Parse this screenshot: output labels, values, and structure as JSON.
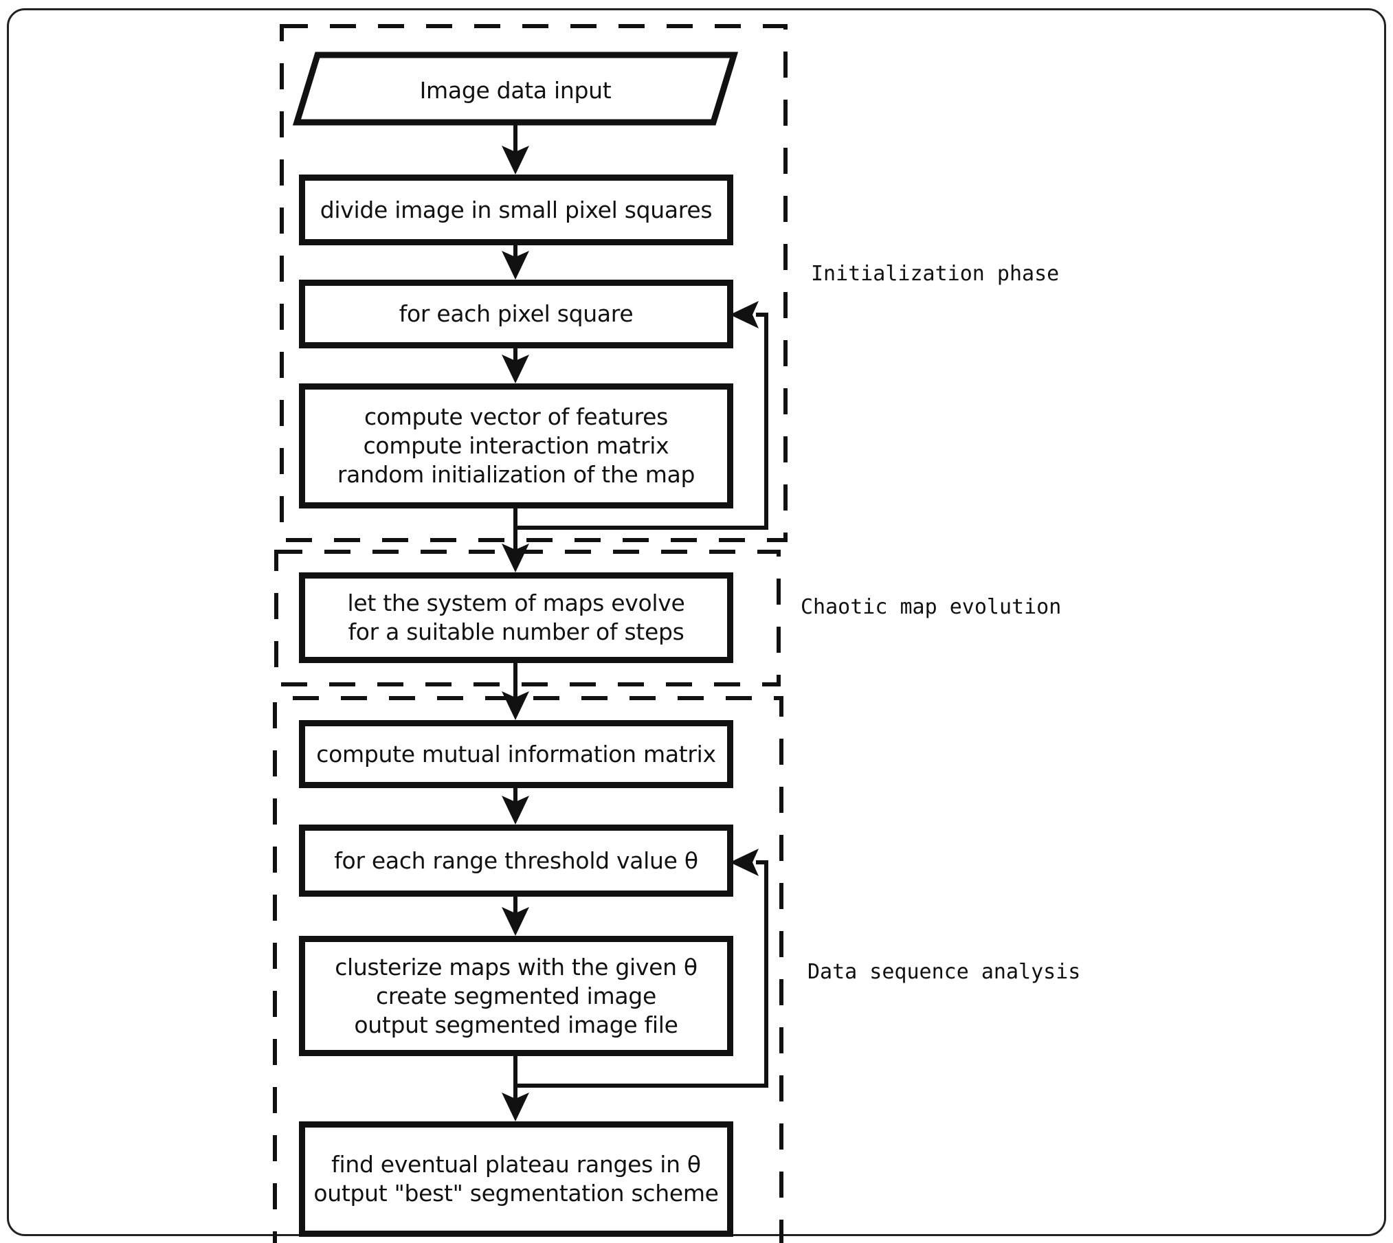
{
  "figure": {
    "nodes": {
      "input": {
        "label": "Image data input"
      },
      "divide": {
        "label": "divide image in small pixel squares"
      },
      "foreach_square": {
        "label": "for each pixel square"
      },
      "features": {
        "lines": [
          "compute vector of features",
          "compute interaction matrix",
          "random initialization of the map"
        ]
      },
      "evolve": {
        "lines": [
          "let the system of maps evolve",
          "for a suitable number of steps"
        ]
      },
      "mutual": {
        "label": "compute mutual information matrix"
      },
      "foreach_theta": {
        "label": "for each range threshold value θ"
      },
      "clusterize": {
        "lines": [
          "clusterize maps with the given θ",
          "create segmented image",
          "output segmented image file"
        ]
      },
      "plateau": {
        "lines": [
          "find eventual plateau ranges in θ",
          "output \"best\" segmentation scheme"
        ]
      }
    },
    "phases": {
      "initialization": {
        "label": "Initialization phase"
      },
      "chaotic": {
        "label": "Chaotic map evolution"
      },
      "data_sequence": {
        "label": "Data sequence analysis"
      }
    },
    "colors": {
      "ink": "#111111",
      "background": "#ffffff"
    }
  }
}
